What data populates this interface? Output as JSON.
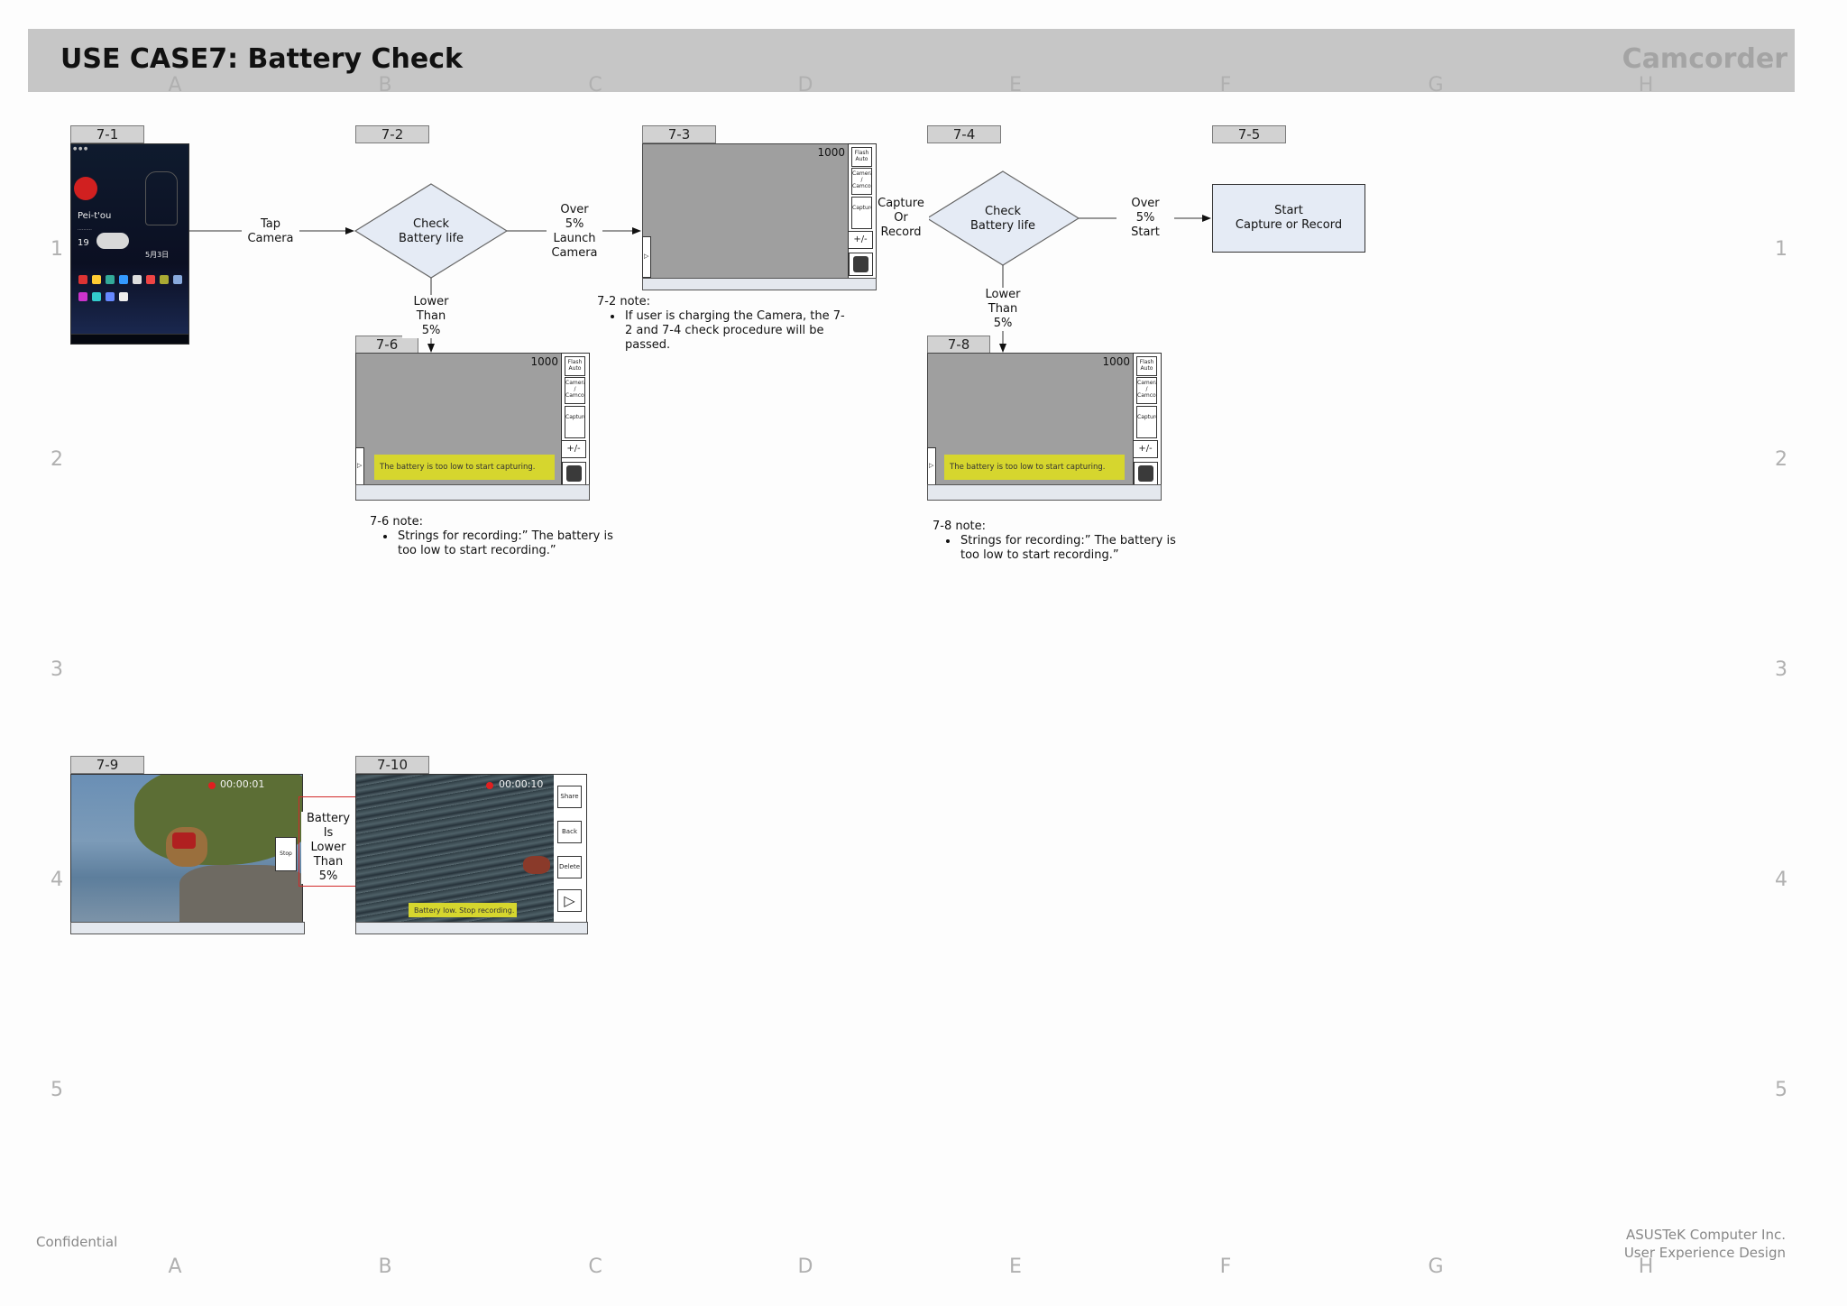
{
  "header": {
    "title": "USE CASE7: Battery Check",
    "product": "Camcorder"
  },
  "columns": [
    "A",
    "B",
    "C",
    "D",
    "E",
    "F",
    "G",
    "H"
  ],
  "rows": [
    "1",
    "2",
    "3",
    "4",
    "5"
  ],
  "tags": {
    "s1": "7-1",
    "s2": "7-2",
    "s3": "7-3",
    "s4": "7-4",
    "s5": "7-5",
    "s6": "7-6",
    "s8": "7-8",
    "s9": "7-9",
    "s10": "7-10"
  },
  "decisions": {
    "d2": "Check\nBattery life",
    "d4": "Check\nBattery life"
  },
  "action_box": {
    "label": "Start\nCapture or Record"
  },
  "edges": {
    "tap_camera": "Tap\nCamera",
    "over_launch": "Over\n5%\nLaunch\nCamera",
    "lower_than_a": "Lower\nThan\n5%",
    "capture_or_record": "Capture\nOr\nRecord",
    "over_start": "Over\n5%\nStart",
    "lower_than_b": "Lower\nThan\n5%",
    "battery_lower": "Battery\nIs\nLower\nThan\n5%"
  },
  "notes": {
    "n2": {
      "title": "7-2 note:",
      "items": [
        "If user is charging the Camera, the 7-2 and 7-4 check procedure will be passed."
      ]
    },
    "n6": {
      "title": "7-6 note:",
      "items": [
        "Strings for recording:”  The battery is too low to start recording.”"
      ]
    },
    "n8": {
      "title": "7-8 note:",
      "items": [
        "Strings for recording:”  The battery is too low to start recording.”"
      ]
    }
  },
  "camera_ui": {
    "shot_count": "1000",
    "flash": "Flash Auto",
    "mode": "Camera / Camcorder",
    "capture": "Capture",
    "ev": "+/-",
    "warning": "The battery is too low to start capturing."
  },
  "recorder_ui": {
    "timer_9": "00:00:01",
    "timer_10": "00:00:10",
    "stop": "Stop",
    "share": "Share",
    "back": "Back",
    "delete": "Delete",
    "warning": "Battery low. Stop recording."
  },
  "phone": {
    "city": "Pei-t'ou",
    "temp": "19",
    "date": "5月3日"
  },
  "footer": {
    "left": "Confidential",
    "company": "ASUSTeK Computer Inc.",
    "dept": "User Experience Design"
  },
  "colors": {
    "header_bg": "#c6c6c6",
    "action_box_bg": "#e5ebf5",
    "warning_bg": "#d6d62e",
    "highlight": "#d22a2a"
  }
}
